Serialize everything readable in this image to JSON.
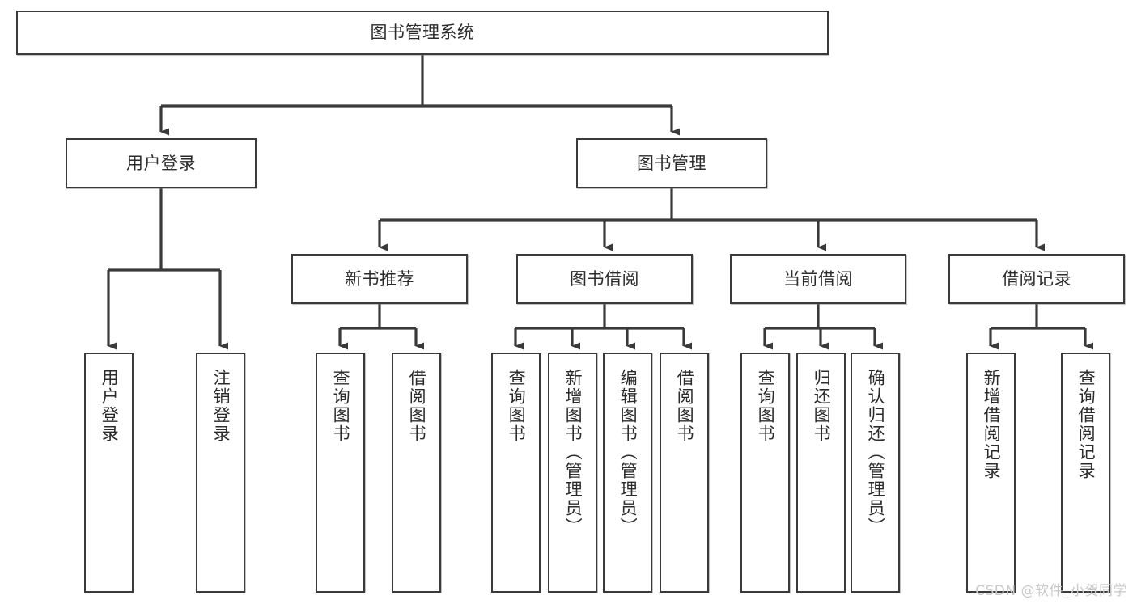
{
  "diagram": {
    "title": "图书管理系统",
    "type": "tree-hierarchy-chart",
    "colors": {
      "box_border": "#3a3a3a",
      "box_fill": "#ffffff",
      "connector": "#3a3a3a",
      "text": "#2b2b2b",
      "watermark": "#c9c9c9"
    },
    "nodes": {
      "root": {
        "label": "图书管理系统"
      },
      "level2": [
        {
          "id": "user-login",
          "label": "用户登录"
        },
        {
          "id": "book-management",
          "label": "图书管理"
        }
      ],
      "level3": [
        {
          "id": "new-book-recommend",
          "label": "新书推荐"
        },
        {
          "id": "book-borrow",
          "label": "图书借阅"
        },
        {
          "id": "current-borrow",
          "label": "当前借阅"
        },
        {
          "id": "borrow-record",
          "label": "借阅记录"
        }
      ],
      "leaves": {
        "user-login": [
          {
            "id": "leaf-user-login",
            "label": "用户登录"
          },
          {
            "id": "leaf-logout-login",
            "label": "注销登录"
          }
        ],
        "new-book-recommend": [
          {
            "id": "leaf-query-book-1",
            "label": "查询图书"
          },
          {
            "id": "leaf-borrow-book-1",
            "label": "借阅图书"
          }
        ],
        "book-borrow": [
          {
            "id": "leaf-query-book-2",
            "label": "查询图书"
          },
          {
            "id": "leaf-add-book-admin",
            "label": "新增图书（管理员）"
          },
          {
            "id": "leaf-edit-book-admin",
            "label": "编辑图书（管理员）"
          },
          {
            "id": "leaf-borrow-book-2",
            "label": "借阅图书"
          }
        ],
        "current-borrow": [
          {
            "id": "leaf-query-book-3",
            "label": "查询图书"
          },
          {
            "id": "leaf-return-book",
            "label": "归还图书"
          },
          {
            "id": "leaf-confirm-return-admin",
            "label": "确认归还（管理员）"
          }
        ],
        "borrow-record": [
          {
            "id": "leaf-add-borrow-record",
            "label": "新增借阅记录"
          },
          {
            "id": "leaf-query-borrow-record",
            "label": "查询借阅记录"
          }
        ]
      }
    },
    "watermark": "CSDN @软件_小贺同学"
  }
}
